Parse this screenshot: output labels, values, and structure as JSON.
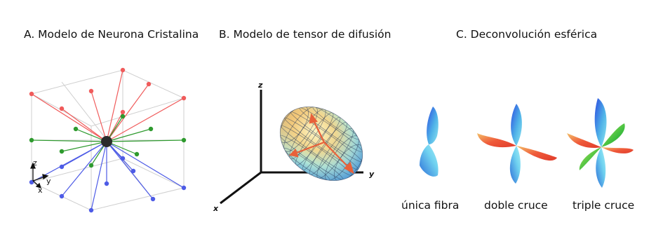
{
  "panels": {
    "a": {
      "title": "A. Modelo de Neurona Cristalina",
      "axes": {
        "z": "z",
        "y": "y",
        "x": "x"
      },
      "colors": {
        "red": "#f05b5b",
        "green": "#2e9a2e",
        "blue": "#4d5be6",
        "center": "#2b2b2b",
        "cube": "#c8c8c8"
      }
    },
    "b": {
      "title": "B. Modelo de tensor de difusión",
      "axes": {
        "z": "z",
        "y": "y",
        "x": "x"
      }
    },
    "c": {
      "title": "C. Deconvolución esférica",
      "captions": [
        "única fibra",
        "doble cruce",
        "triple cruce"
      ]
    }
  }
}
